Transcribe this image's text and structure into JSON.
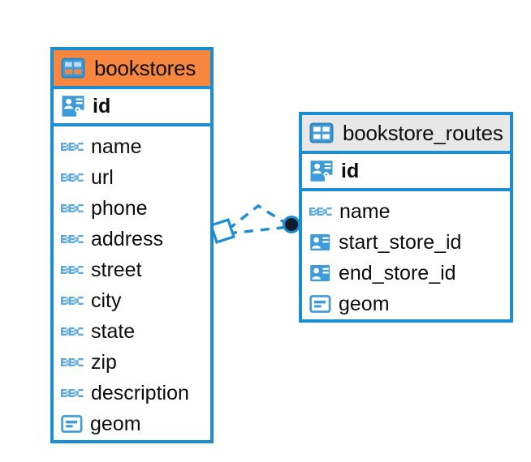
{
  "diagram": {
    "type": "entity-relationship-diagram",
    "background_color": "#ffffff",
    "accent_color": "#1b8dd0",
    "highlight_color": "#f7863e",
    "entities": [
      {
        "name": "bookstores",
        "header_color": "#f7863e",
        "icon": "table-icon",
        "primary_key": {
          "name": "id",
          "icon": "primary-key-icon"
        },
        "fields": [
          {
            "name": "name",
            "icon": "text-abc-icon"
          },
          {
            "name": "url",
            "icon": "text-abc-icon"
          },
          {
            "name": "phone",
            "icon": "text-abc-icon"
          },
          {
            "name": "address",
            "icon": "text-abc-icon"
          },
          {
            "name": "street",
            "icon": "text-abc-icon"
          },
          {
            "name": "city",
            "icon": "text-abc-icon"
          },
          {
            "name": "state",
            "icon": "text-abc-icon"
          },
          {
            "name": "zip",
            "icon": "text-abc-icon"
          },
          {
            "name": "description",
            "icon": "text-abc-icon"
          },
          {
            "name": "geom",
            "icon": "geometry-icon"
          }
        ]
      },
      {
        "name": "bookstore_routes",
        "header_color": "#e8e8e8",
        "icon": "table-icon",
        "primary_key": {
          "name": "id",
          "icon": "primary-key-icon"
        },
        "fields": [
          {
            "name": "name",
            "icon": "text-abc-icon"
          },
          {
            "name": "start_store_id",
            "icon": "foreign-key-icon"
          },
          {
            "name": "end_store_id",
            "icon": "foreign-key-icon"
          },
          {
            "name": "geom",
            "icon": "geometry-icon"
          }
        ]
      }
    ],
    "relationship": {
      "style": "dashed",
      "color": "#1b8dd0",
      "source_marker": "diamond-marker",
      "target_marker": "filled-circle-marker",
      "branches": 2
    }
  }
}
